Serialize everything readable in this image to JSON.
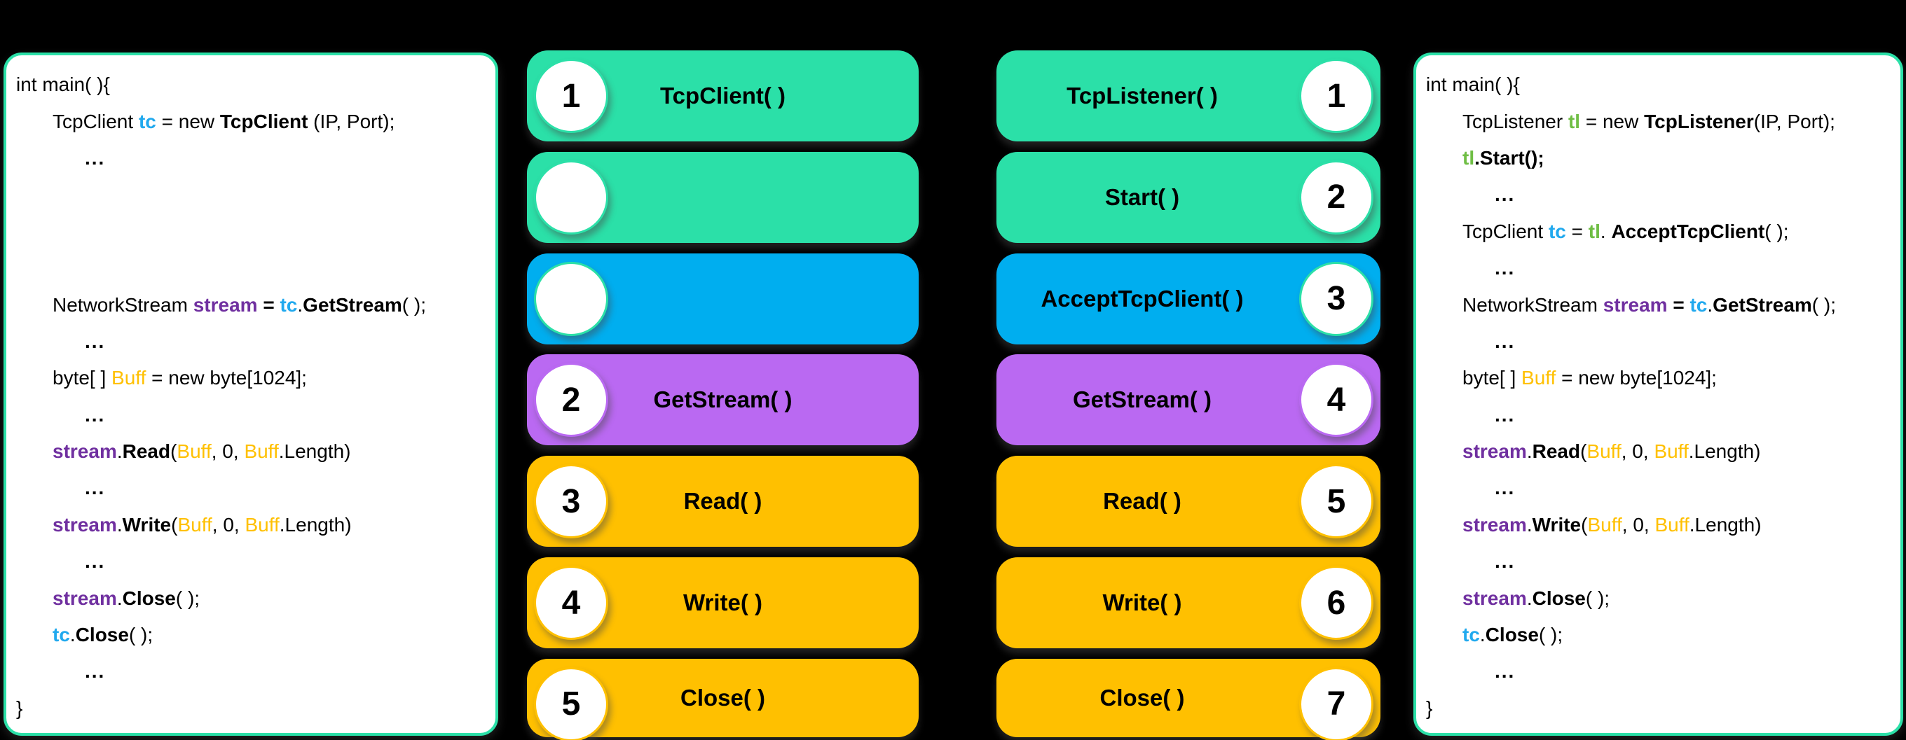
{
  "colors": {
    "canvas_bg": "#000000",
    "panel_border": "#2BE0A8",
    "teal": "#2BE0A8",
    "blue": "#00AEEF",
    "purple": "#BA69F2",
    "amber": "#FFC000",
    "code_cyan": "#21A9EE",
    "code_green": "#6FBE44",
    "code_purple": "#7030A0",
    "code_amber": "#FFC000",
    "code_text": "#000000",
    "pill_text": "#000000",
    "circle_fill": "#FFFFFF"
  },
  "panels": {
    "client": {
      "name": "client-code",
      "rows": [
        {
          "ind": 0,
          "seg": [
            {
              "t": "int main( ){"
            }
          ]
        },
        {
          "ind": 1,
          "seg": [
            {
              "t": "TcpClient "
            },
            {
              "t": "tc",
              "c": "cyan",
              "b": true
            },
            {
              "t": " = new "
            },
            {
              "t": "TcpClient",
              "b": true
            },
            {
              "t": " (IP, Port);"
            }
          ]
        },
        {
          "ind": 2,
          "seg": [
            {
              "t": "...",
              "b": true
            }
          ]
        },
        {
          "ind": 1,
          "seg": []
        },
        {
          "ind": 1,
          "seg": []
        },
        {
          "ind": 1,
          "seg": []
        },
        {
          "ind": 1,
          "seg": [
            {
              "t": "NetworkStream "
            },
            {
              "t": "stream",
              "c": "purple",
              "b": true
            },
            {
              "t": " "
            },
            {
              "t": "=",
              "b": true
            },
            {
              "t": " "
            },
            {
              "t": "tc",
              "c": "cyan",
              "b": true
            },
            {
              "t": "."
            },
            {
              "t": "GetStream",
              "b": true
            },
            {
              "t": "( );"
            }
          ]
        },
        {
          "ind": 2,
          "seg": [
            {
              "t": "...",
              "b": true
            }
          ]
        },
        {
          "ind": 1,
          "seg": [
            {
              "t": "byte[ ] "
            },
            {
              "t": "Buff",
              "c": "amber"
            },
            {
              "t": " = new byte[1024];"
            }
          ]
        },
        {
          "ind": 2,
          "seg": [
            {
              "t": "...",
              "b": true
            }
          ]
        },
        {
          "ind": 1,
          "seg": [
            {
              "t": "stream",
              "c": "purple",
              "b": true
            },
            {
              "t": "."
            },
            {
              "t": "Read",
              "b": true
            },
            {
              "t": "("
            },
            {
              "t": "Buff",
              "c": "amber"
            },
            {
              "t": ", 0, "
            },
            {
              "t": "Buff",
              "c": "amber"
            },
            {
              "t": ".Length)"
            }
          ]
        },
        {
          "ind": 2,
          "seg": [
            {
              "t": "...",
              "b": true
            }
          ]
        },
        {
          "ind": 1,
          "seg": [
            {
              "t": "stream",
              "c": "purple",
              "b": true
            },
            {
              "t": "."
            },
            {
              "t": "Write",
              "b": true
            },
            {
              "t": "("
            },
            {
              "t": "Buff",
              "c": "amber"
            },
            {
              "t": ", 0, "
            },
            {
              "t": "Buff",
              "c": "amber"
            },
            {
              "t": ".Length)"
            }
          ]
        },
        {
          "ind": 2,
          "seg": [
            {
              "t": "...",
              "b": true
            }
          ]
        },
        {
          "ind": 1,
          "seg": [
            {
              "t": "stream",
              "c": "purple",
              "b": true
            },
            {
              "t": "."
            },
            {
              "t": "Close",
              "b": true
            },
            {
              "t": "( );"
            }
          ]
        },
        {
          "ind": 1,
          "seg": [
            {
              "t": "tc",
              "c": "cyan",
              "b": true
            },
            {
              "t": "."
            },
            {
              "t": "Close",
              "b": true
            },
            {
              "t": "( );"
            }
          ]
        },
        {
          "ind": 2,
          "seg": [
            {
              "t": "...",
              "b": true
            }
          ]
        },
        {
          "ind": 0,
          "seg": [
            {
              "t": "}"
            }
          ]
        }
      ]
    },
    "server": {
      "name": "server-code",
      "rows": [
        {
          "ind": 0,
          "seg": [
            {
              "t": "int main( ){"
            }
          ]
        },
        {
          "ind": 1,
          "seg": [
            {
              "t": "TcpListener "
            },
            {
              "t": "tl",
              "c": "green",
              "b": true
            },
            {
              "t": " = new "
            },
            {
              "t": "TcpListener",
              "b": true
            },
            {
              "t": "(IP, Port);"
            }
          ]
        },
        {
          "ind": 1,
          "seg": [
            {
              "t": "tl",
              "c": "green",
              "b": true
            },
            {
              "t": ".Start();",
              "b": true
            }
          ]
        },
        {
          "ind": 2,
          "seg": [
            {
              "t": "...",
              "b": true
            }
          ]
        },
        {
          "ind": 1,
          "seg": [
            {
              "t": "TcpClient "
            },
            {
              "t": "tc",
              "c": "cyan",
              "b": true
            },
            {
              "t": " = "
            },
            {
              "t": "tl",
              "c": "green",
              "b": true
            },
            {
              "t": ". "
            },
            {
              "t": "AcceptTcpClient",
              "b": true
            },
            {
              "t": "( );"
            }
          ]
        },
        {
          "ind": 2,
          "seg": [
            {
              "t": "...",
              "b": true
            }
          ]
        },
        {
          "ind": 1,
          "seg": [
            {
              "t": "NetworkStream "
            },
            {
              "t": "stream",
              "c": "purple",
              "b": true
            },
            {
              "t": " "
            },
            {
              "t": "=",
              "b": true
            },
            {
              "t": " "
            },
            {
              "t": "tc",
              "c": "cyan",
              "b": true
            },
            {
              "t": "."
            },
            {
              "t": "GetStream",
              "b": true
            },
            {
              "t": "( );"
            }
          ]
        },
        {
          "ind": 2,
          "seg": [
            {
              "t": "...",
              "b": true
            }
          ]
        },
        {
          "ind": 1,
          "seg": [
            {
              "t": "byte[ ] "
            },
            {
              "t": "Buff",
              "c": "amber"
            },
            {
              "t": " = new byte[1024];"
            }
          ]
        },
        {
          "ind": 2,
          "seg": [
            {
              "t": "...",
              "b": true
            }
          ]
        },
        {
          "ind": 1,
          "seg": [
            {
              "t": "stream",
              "c": "purple",
              "b": true
            },
            {
              "t": "."
            },
            {
              "t": "Read",
              "b": true
            },
            {
              "t": "("
            },
            {
              "t": "Buff",
              "c": "amber"
            },
            {
              "t": ", 0, "
            },
            {
              "t": "Buff",
              "c": "amber"
            },
            {
              "t": ".Length)"
            }
          ]
        },
        {
          "ind": 2,
          "seg": [
            {
              "t": "...",
              "b": true
            }
          ]
        },
        {
          "ind": 1,
          "seg": [
            {
              "t": "stream",
              "c": "purple",
              "b": true
            },
            {
              "t": "."
            },
            {
              "t": "Write",
              "b": true
            },
            {
              "t": "("
            },
            {
              "t": "Buff",
              "c": "amber"
            },
            {
              "t": ", 0, "
            },
            {
              "t": "Buff",
              "c": "amber"
            },
            {
              "t": ".Length)"
            }
          ]
        },
        {
          "ind": 2,
          "seg": [
            {
              "t": "...",
              "b": true
            }
          ]
        },
        {
          "ind": 1,
          "seg": [
            {
              "t": "stream",
              "c": "purple",
              "b": true
            },
            {
              "t": "."
            },
            {
              "t": "Close",
              "b": true
            },
            {
              "t": "( );"
            }
          ]
        },
        {
          "ind": 1,
          "seg": [
            {
              "t": "tc",
              "c": "cyan",
              "b": true
            },
            {
              "t": "."
            },
            {
              "t": "Close",
              "b": true
            },
            {
              "t": "( );"
            }
          ]
        },
        {
          "ind": 2,
          "seg": [
            {
              "t": "...",
              "b": true
            }
          ]
        },
        {
          "ind": 0,
          "seg": [
            {
              "t": "}"
            }
          ]
        }
      ]
    }
  },
  "pill_columns": {
    "client": {
      "name": "tcp-client-methods",
      "circle_side": "left",
      "items": [
        {
          "label": "TcpClient( )",
          "number": "1",
          "color": "teal"
        },
        {
          "label": "",
          "number": "",
          "color": "teal"
        },
        {
          "label": "",
          "number": "",
          "color": "blue"
        },
        {
          "label": "GetStream( )",
          "number": "2",
          "color": "purple"
        },
        {
          "label": "Read( )",
          "number": "3",
          "color": "amber"
        },
        {
          "label": "Write( )",
          "number": "4",
          "color": "amber"
        },
        {
          "label": "Close( )",
          "number": "5",
          "color": "amber"
        }
      ]
    },
    "server": {
      "name": "tcp-listener-methods",
      "circle_side": "right",
      "items": [
        {
          "label": "TcpListener( )",
          "number": "1",
          "color": "teal"
        },
        {
          "label": "Start( )",
          "number": "2",
          "color": "teal"
        },
        {
          "label": "AcceptTcpClient( )",
          "number": "3",
          "color": "blue"
        },
        {
          "label": "GetStream( )",
          "number": "4",
          "color": "purple"
        },
        {
          "label": "Read( )",
          "number": "5",
          "color": "amber"
        },
        {
          "label": "Write( )",
          "number": "6",
          "color": "amber"
        },
        {
          "label": "Close( )",
          "number": "7",
          "color": "amber"
        }
      ]
    }
  }
}
